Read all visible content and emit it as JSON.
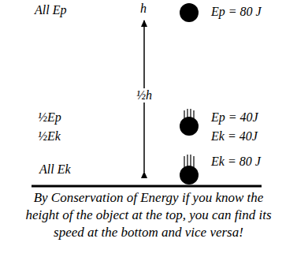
{
  "diagram": {
    "caption": "By Conservation of Energy if you know the height of the object at the top, you can find its speed at the bottom and vice versa!",
    "labels": [
      "All Ep",
      "h",
      "Ep = 80 J",
      "½Ep",
      "½h",
      "Ep = 40J",
      "½Ek",
      "Ek = 40J",
      "All Ek",
      "Ek = 80 J"
    ]
  }
}
